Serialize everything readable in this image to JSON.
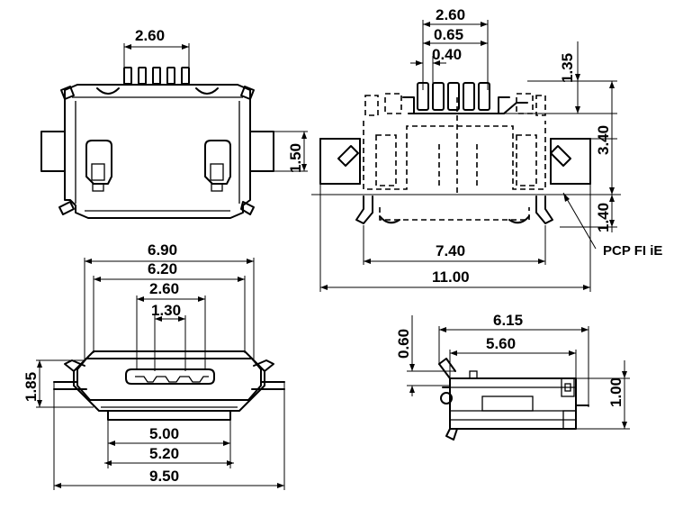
{
  "top_view": {
    "pitch_span": "2.60",
    "tab_height": "1.50"
  },
  "side_view": {
    "pin_span": "2.60",
    "pin_pitch": "0.65",
    "pin_width": "0.40",
    "top_offset": "1.35",
    "body_height": "3.40",
    "lower_offset": "1.40",
    "inner_width": "7.40",
    "overall_width": "11.00",
    "callout": "PCP FI iE"
  },
  "front_view": {
    "outer_top": "6.90",
    "inner_top": "6.20",
    "slot_width": "2.60",
    "slot_inner": "1.30",
    "height": "1.85",
    "bottom_inner": "5.00",
    "bottom_outer": "5.20",
    "overall": "9.50"
  },
  "profile_view": {
    "length": "6.15",
    "inner_length": "5.60",
    "offset": "0.60",
    "height": "1.00"
  }
}
